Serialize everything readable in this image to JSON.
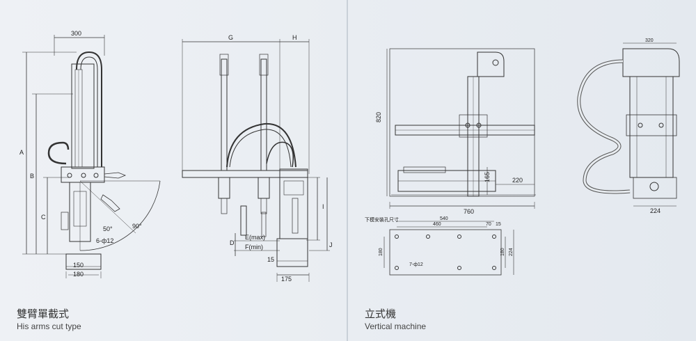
{
  "left_panel": {
    "caption_cn": "雙臂單截式",
    "caption_en": "His arms cut type",
    "side_view": {
      "top_width": "300",
      "height_a": "A",
      "height_b": "B",
      "height_c": "C",
      "angle_50": "50°",
      "angle_90": "90°",
      "hole_spec": "6-ф12",
      "base_inner": "150",
      "base_outer": "180"
    },
    "front_view": {
      "width_g": "G",
      "width_h": "H",
      "dim_i": "I",
      "dim_j": "J",
      "dim_d": "D",
      "e_max": "E(max)",
      "f_min": "F(min)",
      "dim_15": "15",
      "dim_175": "175"
    }
  },
  "right_panel": {
    "caption_cn": "立式機",
    "caption_en": "Vertical machine",
    "machine_view": {
      "height_820": "820",
      "reach_220": "220",
      "dim_165": "165",
      "base_760": "760"
    },
    "mount_plate": {
      "note": "下模安裝孔尺寸",
      "w540": "540",
      "w460": "460",
      "w70": "70",
      "w15": "15",
      "h180_left": "180",
      "h180_right": "180",
      "h224": "224",
      "hole_spec": "7-ф12"
    },
    "end_view": {
      "top_320": "320",
      "bottom_224": "224"
    }
  }
}
